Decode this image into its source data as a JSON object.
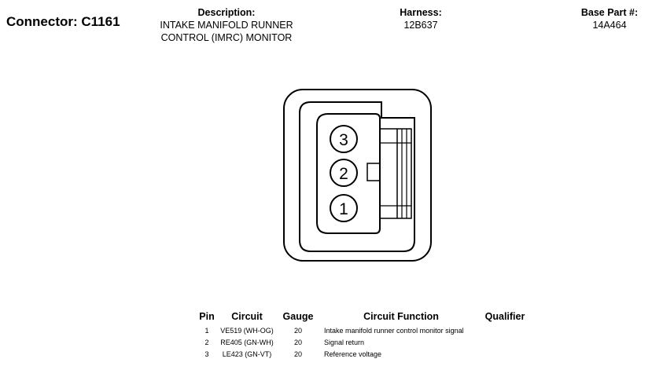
{
  "header": {
    "connector_label": "Connector: C1161",
    "description_label": "Description:",
    "description_lines": [
      "INTAKE MANIFOLD RUNNER",
      "CONTROL (IMRC) MONITOR"
    ],
    "harness_label": "Harness:",
    "harness_value": "12B637",
    "base_part_label": "Base Part #:",
    "base_part_value": "14A464"
  },
  "connector_pins": [
    "3",
    "2",
    "1"
  ],
  "pin_table": {
    "columns": [
      "Pin",
      "Circuit",
      "Gauge",
      "Circuit Function",
      "Qualifier"
    ],
    "rows": [
      {
        "pin": "1",
        "circuit": "VE519 (WH-OG)",
        "gauge": "20",
        "function": "Intake manifold runner control monitor signal",
        "qualifier": ""
      },
      {
        "pin": "2",
        "circuit": "RE405 (GN-WH)",
        "gauge": "20",
        "function": "Signal return",
        "qualifier": ""
      },
      {
        "pin": "3",
        "circuit": "LE423 (GN-VT)",
        "gauge": "20",
        "function": "Reference voltage",
        "qualifier": ""
      }
    ]
  }
}
